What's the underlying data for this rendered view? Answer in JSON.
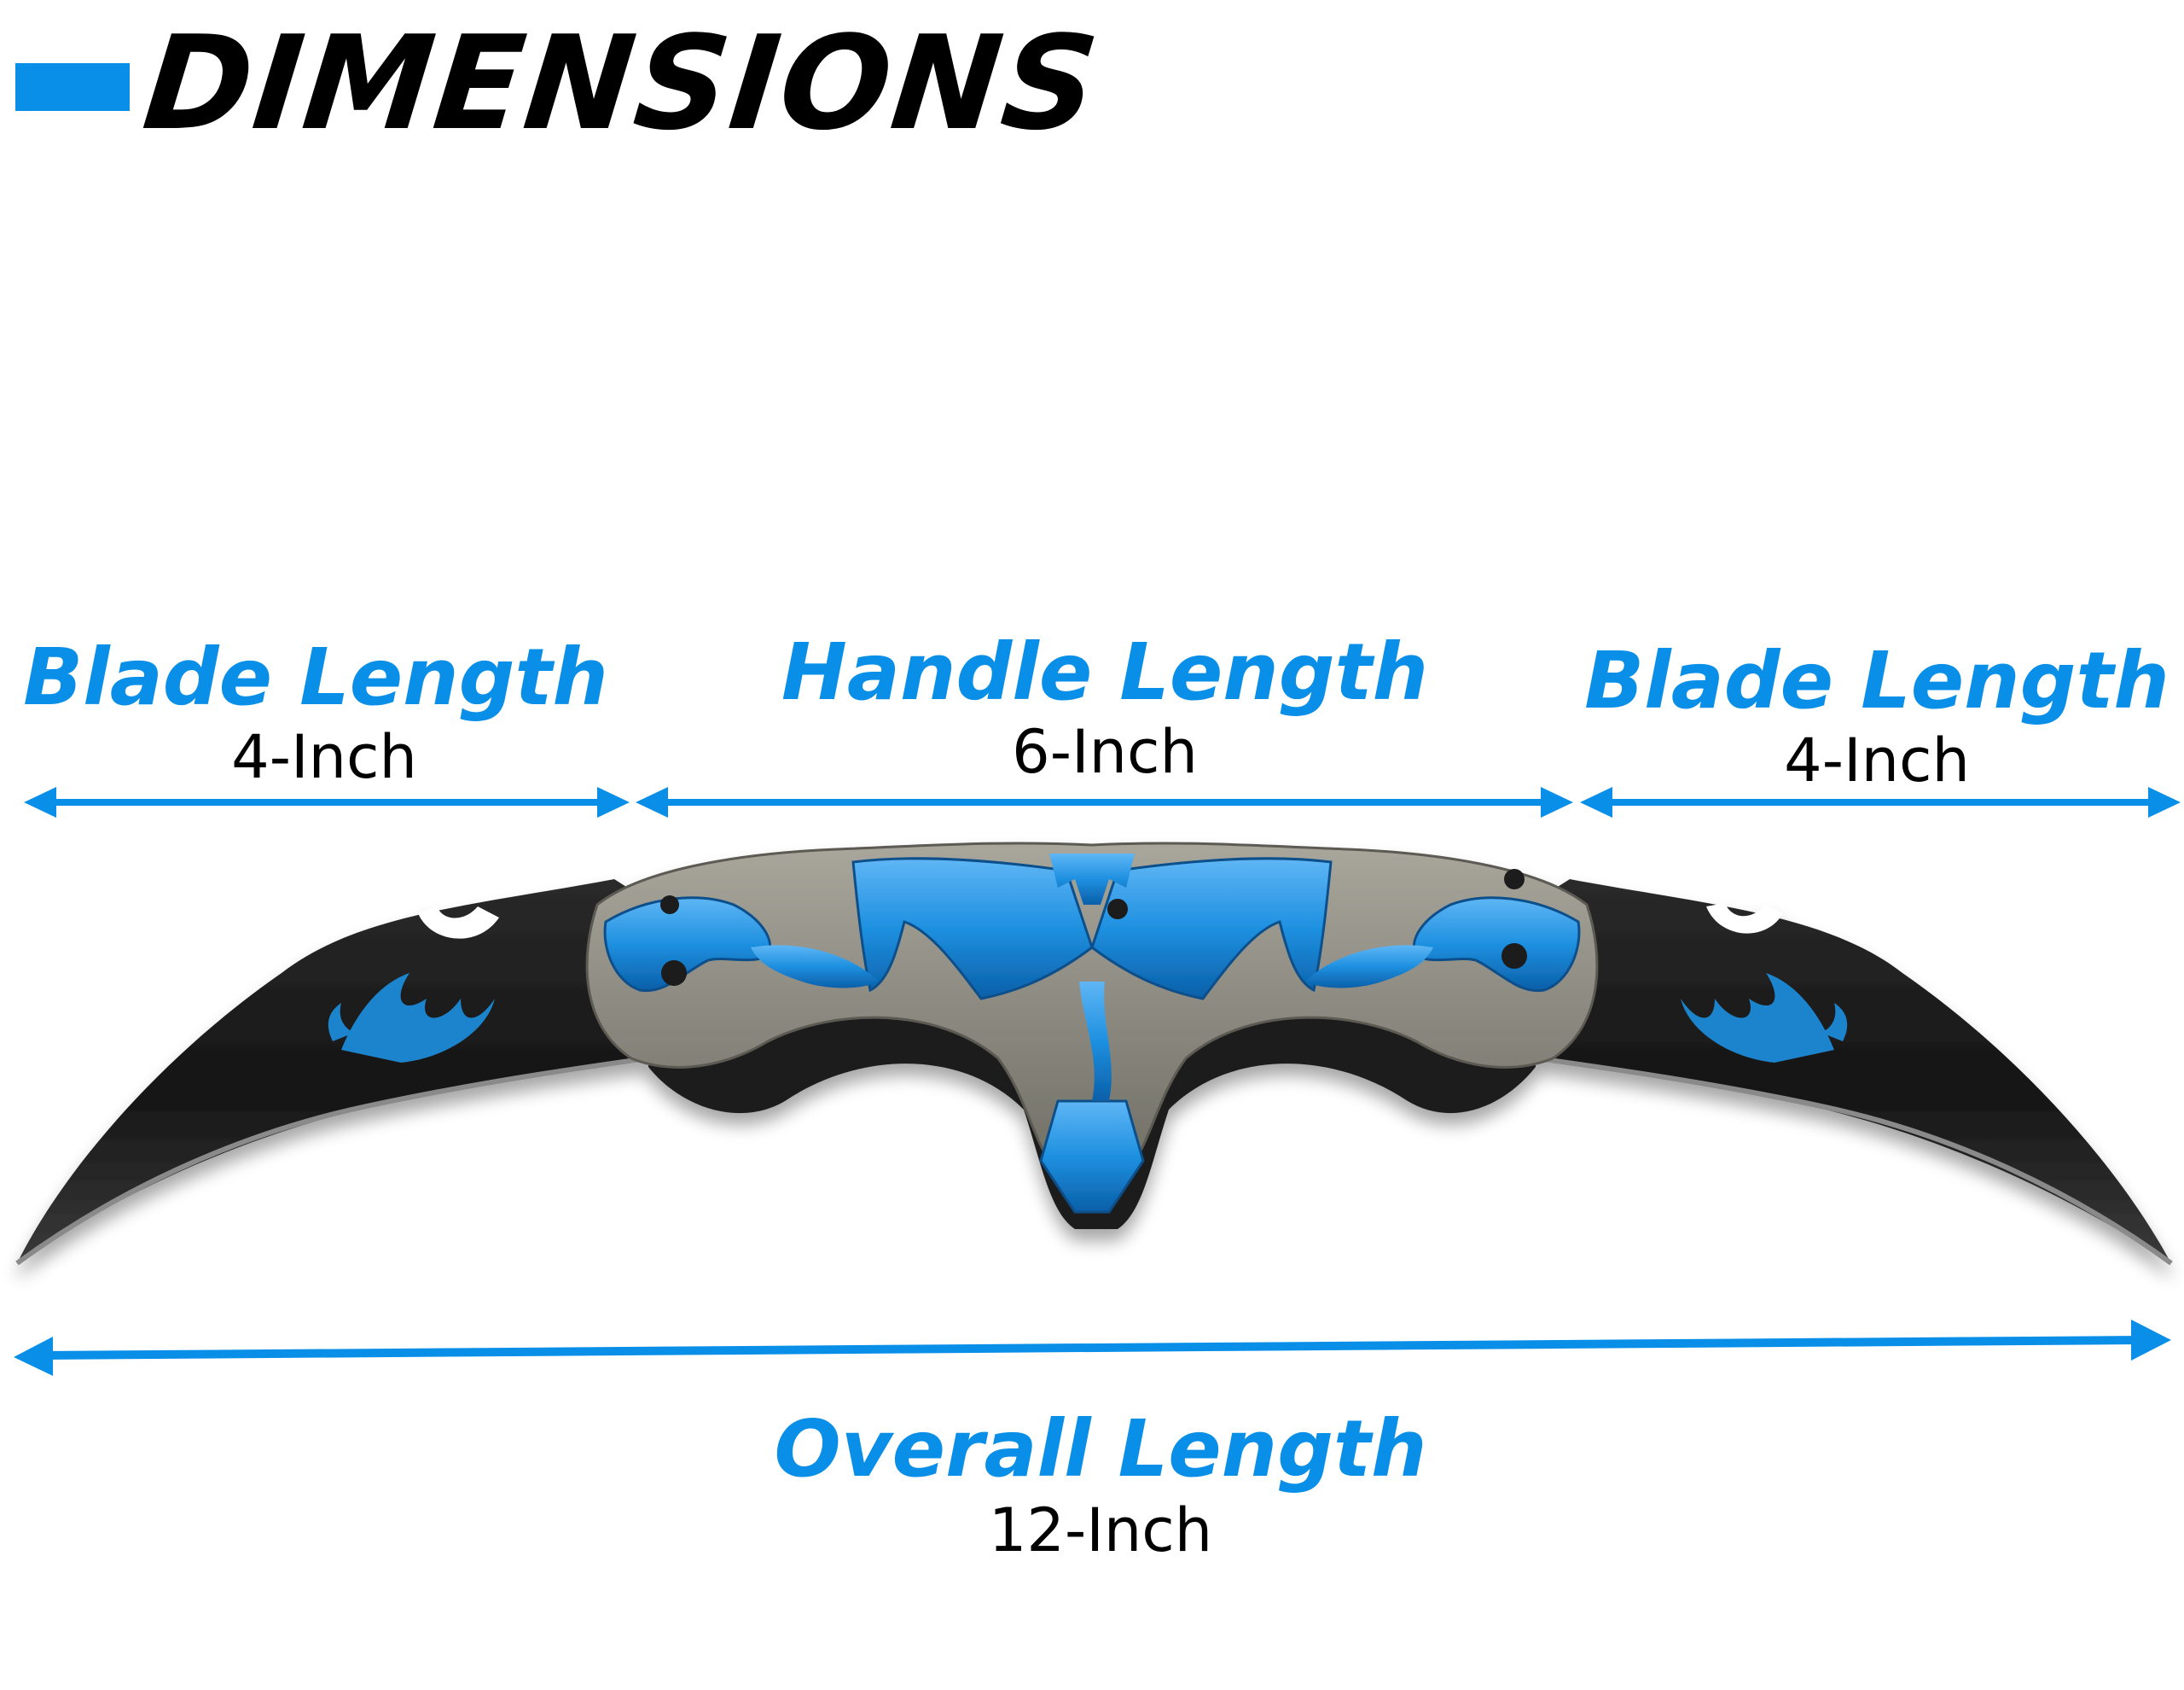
{
  "header": {
    "title": "DIMENSIONS",
    "accent_color": "#0a8fe8"
  },
  "dimensions": {
    "blade_left": {
      "label": "Blade Length",
      "value": "4-Inch"
    },
    "handle": {
      "label": "Handle Length",
      "value": "6-Inch"
    },
    "blade_right": {
      "label": "Blade Length",
      "value": "4-Inch"
    },
    "overall": {
      "label": "Overall Length",
      "value": "12-Inch"
    }
  },
  "product": {
    "image": "double-karambit-folding-knife",
    "handle_color": "#8c8a80",
    "inlay_color": "#1e90e0",
    "blade_color": "#1a1a1a",
    "motif": "dragon"
  }
}
